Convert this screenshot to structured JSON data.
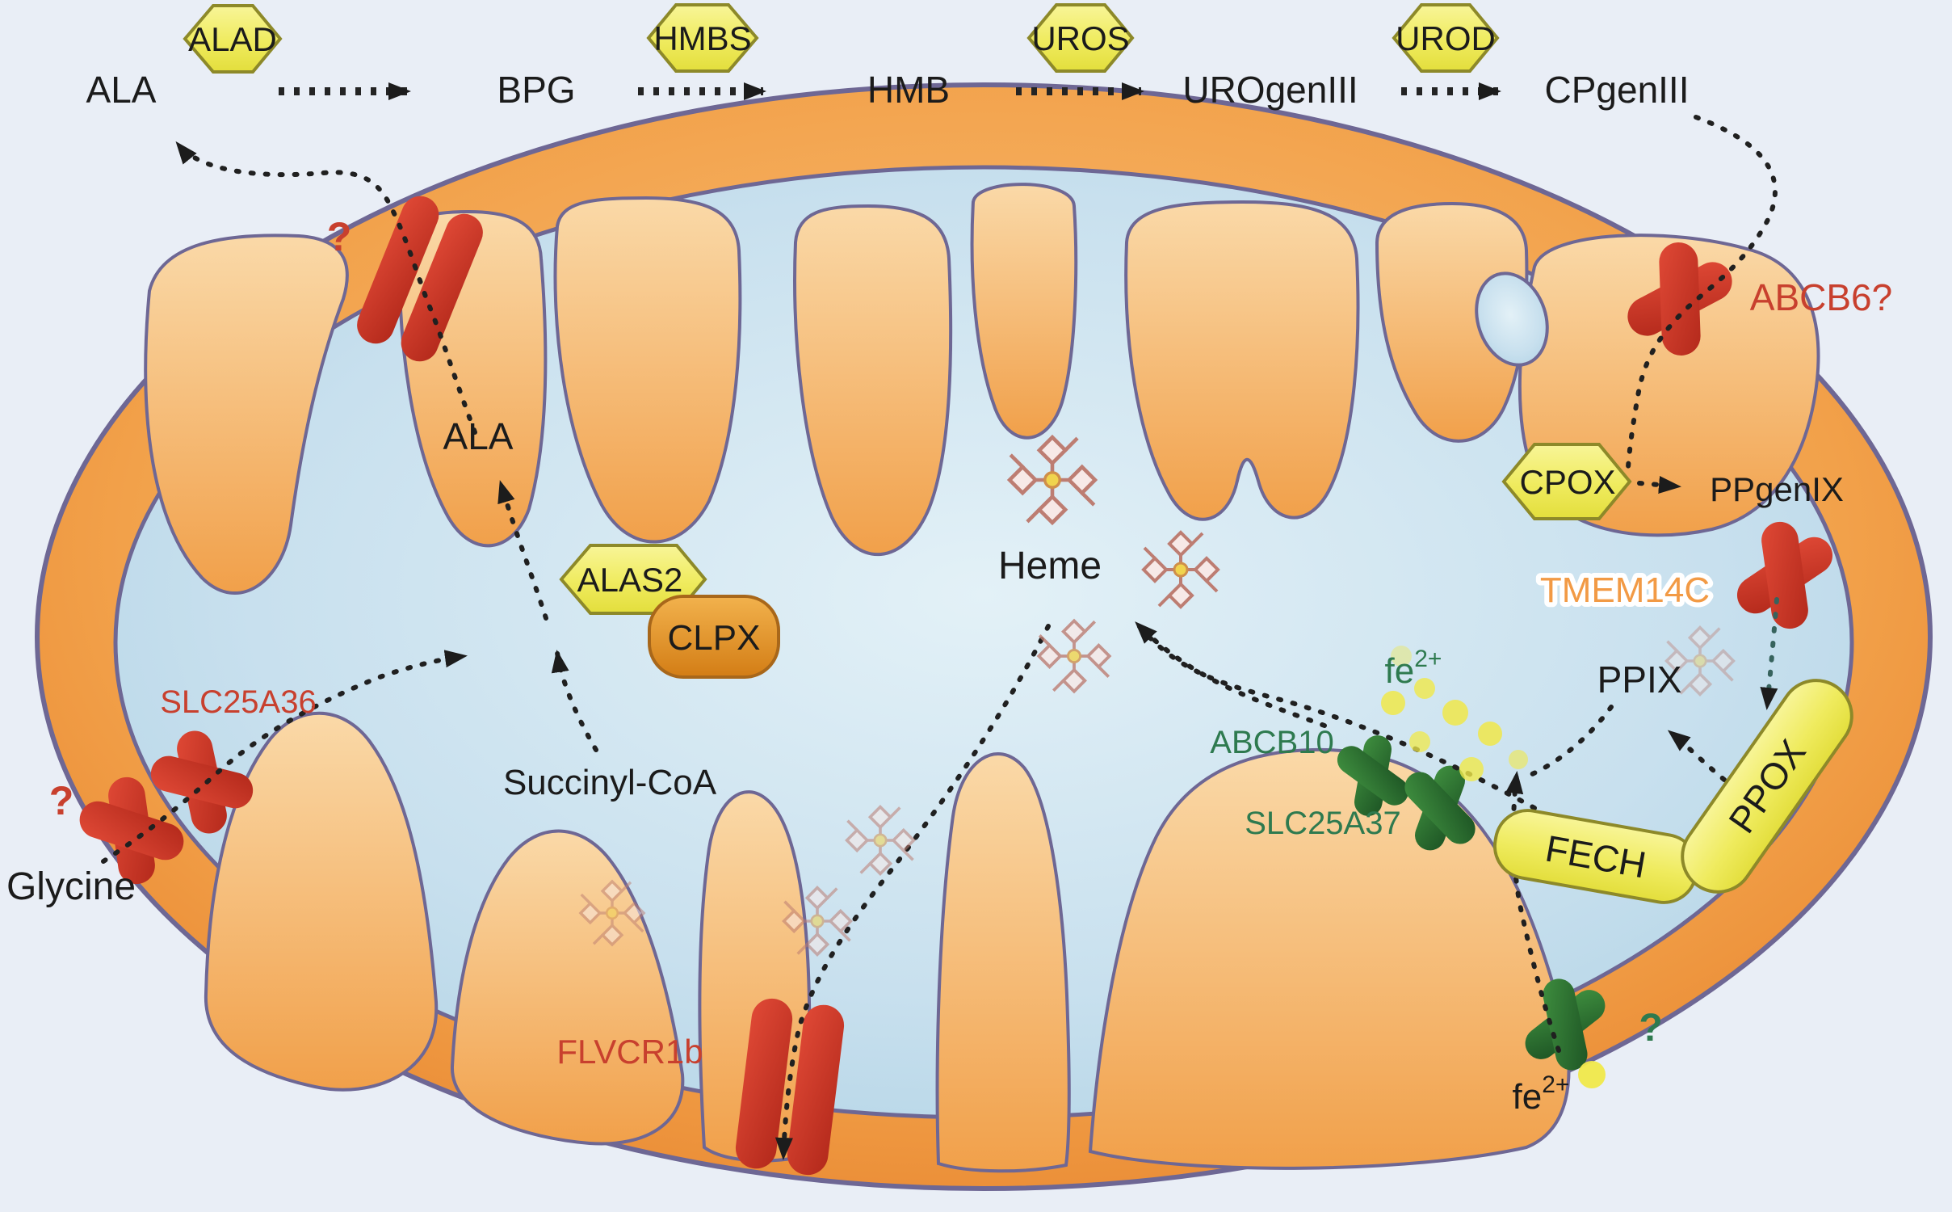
{
  "pathway_top": {
    "ala": "ALA",
    "alad": "ALAD",
    "bpg": "BPG",
    "hmbs": "HMBS",
    "hmb": "HMB",
    "uros": "UROS",
    "urogen3": "UROgenIII",
    "urod": "UROD",
    "cpgen3": "CPgenIII"
  },
  "left": {
    "q_upper": "?",
    "slc25a36": "SLC25A36",
    "q_lower": "?",
    "glycine": "Glycine"
  },
  "matrix": {
    "ala": "ALA",
    "alas2": "ALAS2",
    "clpx": "CLPX",
    "succinyl_coa": "Succinyl-CoA",
    "heme": "Heme"
  },
  "bottom": {
    "flvcr1b": "FLVCR1b"
  },
  "right": {
    "abcb6": "ABCB6?",
    "cpox": "CPOX",
    "ppgen9": "PPgenIX",
    "tmem14c": "TMEM14C",
    "ppix": "PPIX",
    "ppox": "PPOX",
    "fech": "FECH",
    "fe": "fe",
    "fe_sup": "2+"
  },
  "iron": {
    "abcb10": "ABCB10",
    "slc25a37": "SLC25A37",
    "fe": "fe",
    "fe_sup": "2+",
    "q": "?"
  },
  "colors": {
    "background": "#e9eef6",
    "membrane_outline": "#6e6794",
    "outer_membrane": "#ee9340",
    "matrix_fill": "#bcd9ea",
    "crista_fill": "#f5b868",
    "enzyme_fill": "#efeb5e",
    "enzyme_border": "#8d8929",
    "clpx_fill": "#e08f26",
    "transporter_red": "#cf3526",
    "transporter_green": "#2c6e2f",
    "label_red": "#c8402e",
    "label_green": "#2e7a4f",
    "label_orange": "#f29a45",
    "iron_dot": "#f0e84a",
    "porphyrin_outline": "#bd7d72"
  }
}
